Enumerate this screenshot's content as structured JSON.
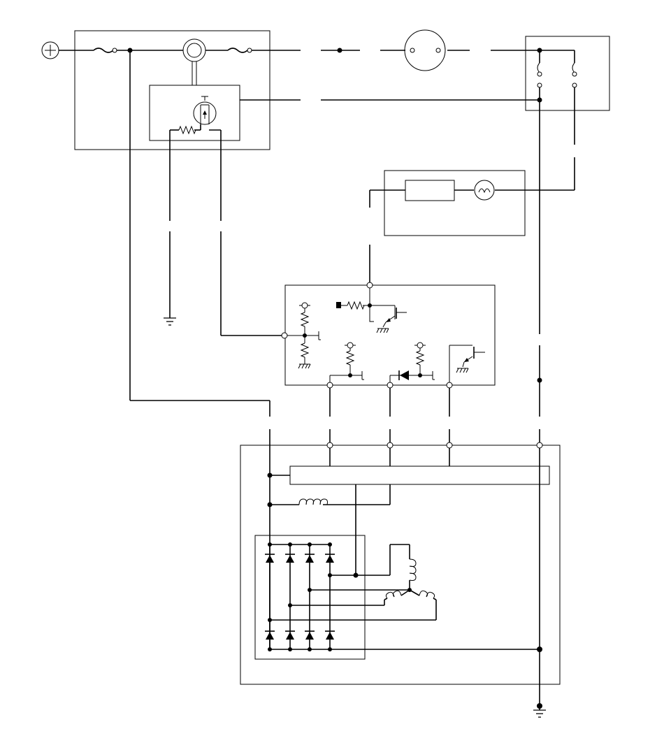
{
  "diagram": {
    "kind": "charging-system-wiring-schematic",
    "components": [
      {
        "id": "battery-terminal",
        "symbol": "plus-terminal"
      },
      {
        "id": "fuse-box",
        "symbol": "fuse"
      },
      {
        "id": "ignition-switch",
        "symbol": "switch"
      },
      {
        "id": "charge-indicator",
        "symbol": "lamp"
      },
      {
        "id": "relay-module",
        "symbol": "relay"
      },
      {
        "id": "ecm-module",
        "symbol": "transistor-circuit"
      },
      {
        "id": "alternator",
        "symbol": "generator"
      },
      {
        "id": "rectifier",
        "symbol": "diode-bridge"
      },
      {
        "id": "stator",
        "symbol": "wye-coils"
      },
      {
        "id": "field-coil",
        "symbol": "inductor"
      }
    ],
    "colors": {
      "line": "#000000",
      "background": "#ffffff"
    }
  }
}
